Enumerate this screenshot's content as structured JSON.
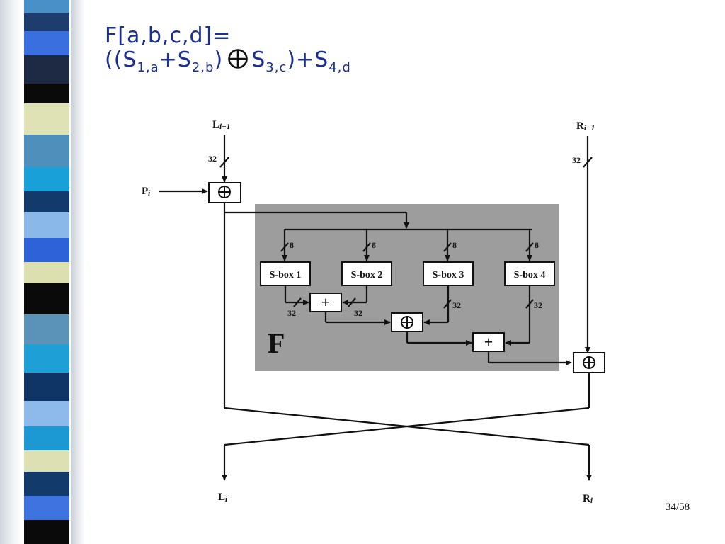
{
  "title": {
    "line1": "F[a,b,c,d]=",
    "open": "((S",
    "sub1": "1,a",
    "plus1": "+S",
    "sub2": "2,b",
    "close1": ")",
    "s3": "S",
    "sub3": "3,c",
    "plus2": ")+S",
    "sub4": "4,d"
  },
  "diagram": {
    "input_left": "L",
    "input_left_sub": "i−1",
    "input_right": "R",
    "input_right_sub": "i−1",
    "p_label": "P",
    "p_sub": "i",
    "width_32": "32",
    "width_8": "8",
    "function_label": "F",
    "sboxes": [
      "S-box 1",
      "S-box 2",
      "S-box 3",
      "S-box 4"
    ],
    "plus_symbol": "+",
    "output_left": "L",
    "output_left_sub": "i",
    "output_right": "R",
    "output_right_sub": "i"
  },
  "page_number": "34/58",
  "colors": {
    "title": "#1a2f95",
    "function_bg": "#9d9d9d"
  }
}
